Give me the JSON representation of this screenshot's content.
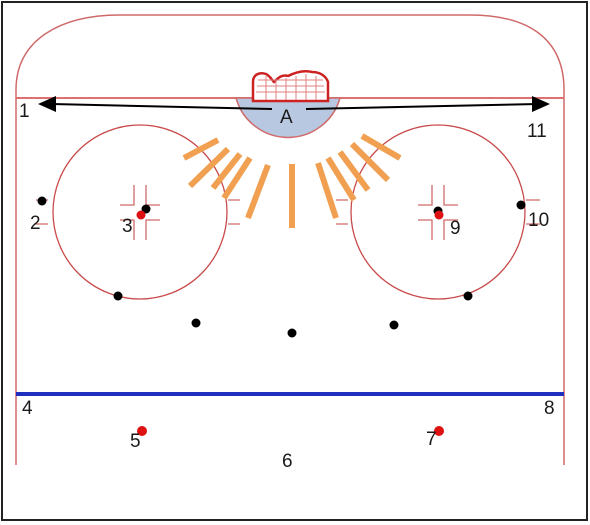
{
  "labels": {
    "n1": "1",
    "n2": "2",
    "n3": "3",
    "n4": "4",
    "n5": "5",
    "n6": "6",
    "n7": "7",
    "n8": "8",
    "n9": "9",
    "n10": "10",
    "n11": "11",
    "a": "A"
  },
  "colors": {
    "rink_line": "#d06a6a",
    "frame": "#222222",
    "goal_line": "#e07070",
    "blue_line": "#1f2fbf",
    "crease_fill": "#b8c8e0",
    "net": "#cc2222",
    "shot_lane": "#f0a050",
    "player_dot": "#000000",
    "puck_dot": "#dd1111",
    "arrow": "#000000"
  }
}
